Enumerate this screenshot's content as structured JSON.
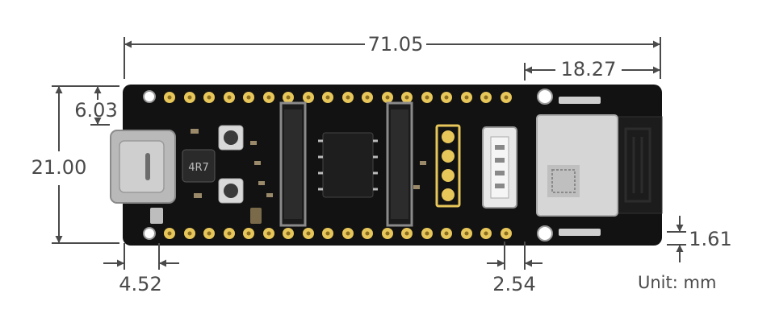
{
  "dimensions": {
    "overall_length": "71.05",
    "antenna_section_length": "18.27",
    "usb_offset": "6.03",
    "board_width": "21.00",
    "edge_to_first_pin": "4.52",
    "pin_pitch": "2.54",
    "mounting_hole_offset": "1.61"
  },
  "unit_label": "Unit: mm",
  "colors": {
    "board": "#111111",
    "pad": "#e7c65a",
    "dimension_line": "#4a4a4a",
    "antenna_shield": "#d8d8d8"
  }
}
